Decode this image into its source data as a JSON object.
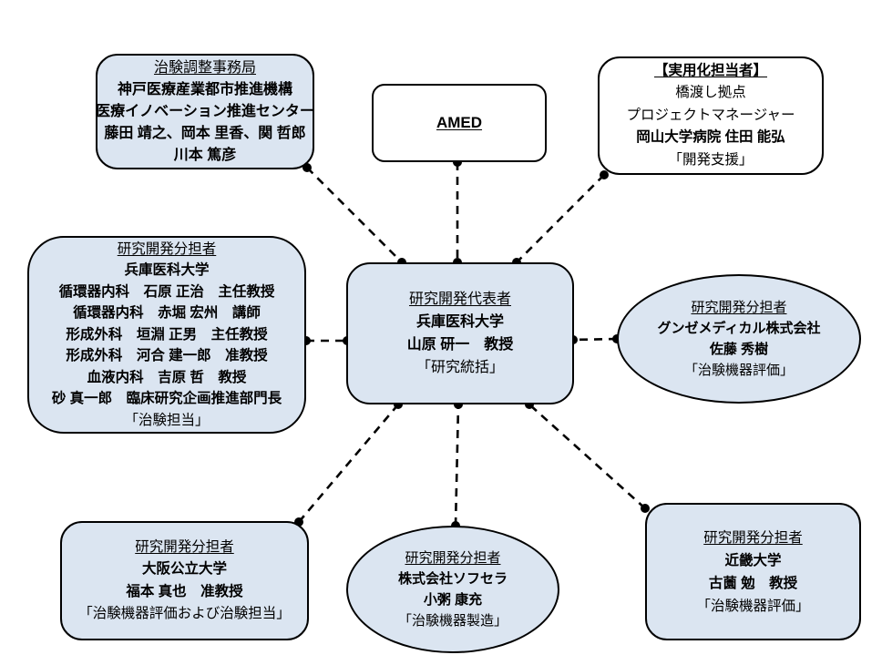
{
  "colors": {
    "node_fill": "#dbe5f1",
    "node_stroke": "#000000",
    "white_fill": "#ffffff"
  },
  "nodes": {
    "trial_office": {
      "lines": [
        "治験調整事務局",
        "神戸医療産業都市推進機構",
        "医療イノベーション推進センター",
        "藤田 靖之、岡本 里香、関 哲郎",
        "川本 篤彦"
      ]
    },
    "amed": {
      "lines": [
        "AMED"
      ]
    },
    "practical_use": {
      "lines": [
        "【実用化担当者】",
        "橋渡し拠点",
        "プロジェクトマネージャー",
        "岡山大学病院 住田 能弘",
        "「開発支援」"
      ]
    },
    "hyogo_medical": {
      "lines": [
        "研究開発分担者",
        "兵庫医科大学",
        "循環器内科　石原 正治　主任教授",
        "循環器内科　赤堀 宏州　講師",
        "形成外科　垣淵 正男　主任教授",
        "形成外科　河合 建一郎　准教授",
        "血液内科　吉原 哲　教授",
        "砂 真一郎　臨床研究企画推進部門長",
        "「治験担当」"
      ]
    },
    "representative": {
      "lines": [
        "研究開発代表者",
        "兵庫医科大学",
        "山原 研一　教授",
        "「研究統括」"
      ]
    },
    "gunze_medical": {
      "lines": [
        "研究開発分担者",
        "グンゼメディカル株式会社",
        "佐藤 秀樹",
        "「治験機器評価」"
      ]
    },
    "osaka_metropolitan": {
      "lines": [
        "研究開発分担者",
        "大阪公立大学",
        "福本 真也　准教授",
        "「治験機器評価および治験担当」"
      ]
    },
    "sofsera": {
      "lines": [
        "研究開発分担者",
        "株式会社ソフセラ",
        "小粥 康充",
        "「治験機器製造」"
      ]
    },
    "kindai": {
      "lines": [
        "研究開発分担者",
        "近畿大学",
        "古薗 勉　教授",
        "「治験機器評価」"
      ]
    }
  }
}
